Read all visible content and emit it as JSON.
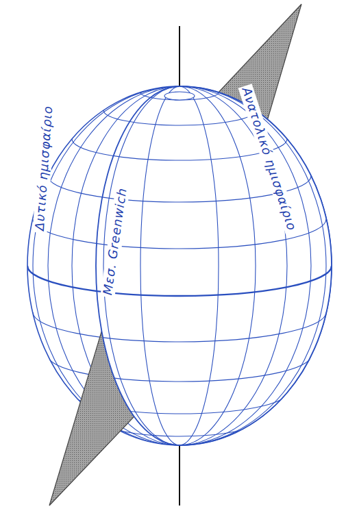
{
  "diagram": {
    "labels": [
      "Δυτικό ημισφαίριο",
      "Μεσ. Greenwich",
      "Ανατολικό ημισφαίριο"
    ]
  }
}
